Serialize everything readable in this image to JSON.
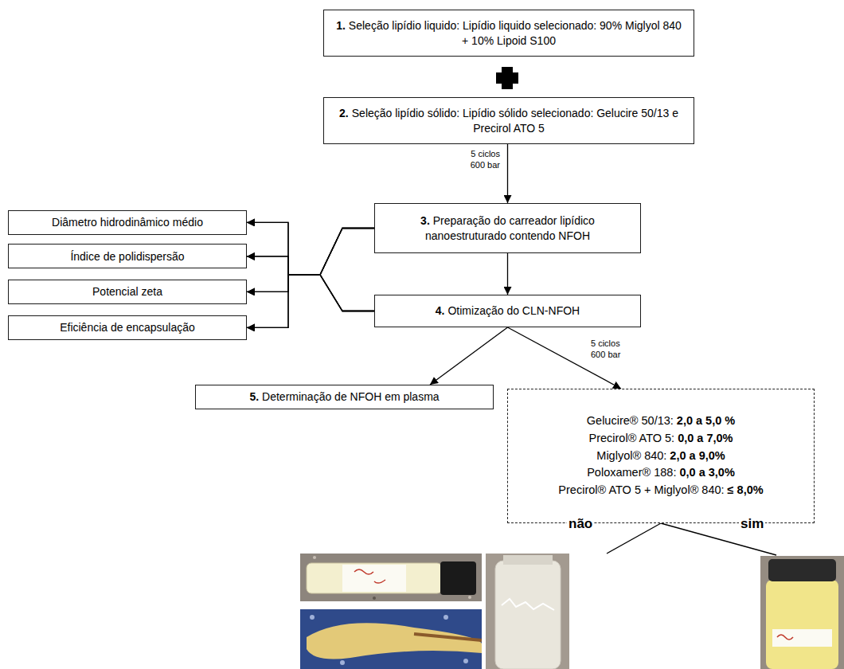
{
  "diagram": {
    "nodes": [
      {
        "text": [
          "1.",
          "Seleção lipídio liquido: Lipídio liquido selecionado: 90% Miglyol 840 + 10% Lipoid S100"
        ]
      },
      {
        "text": [
          "2.",
          "Seleção lipídio sólido: Lipídio sólido selecionado: Gelucire 50/13 e Precirol ATO 5"
        ]
      },
      {
        "text": [
          "3.",
          "Preparação do carreador lipídico nanoestruturado contendo NFOH"
        ]
      },
      {
        "text": [
          "4.",
          "Otimização do CLN-NFOH"
        ]
      },
      {
        "text": [
          "Diâmetro hidrodinâmico médio"
        ]
      },
      {
        "text": [
          "Índice de polidispersão"
        ]
      },
      {
        "text": [
          "Potencial zeta"
        ]
      },
      {
        "text": [
          "Eficiência de encapsulação"
        ]
      },
      {
        "text": [
          "5.",
          "Determinação de NFOH em plasma"
        ]
      },
      {
        "text": [
          "Gelucire® 50/13:",
          "2,0 a 5,0 %",
          "Precirol® ATO 5:",
          "0,0 a 7,0%",
          "Miglyol® 840:",
          "2,0 a 9,0%",
          "Poloxamer® 188:",
          "0,0 a 3,0%",
          "Precirol® ATO 5 + Miglyol® 840:",
          "≤ 8,0%"
        ]
      }
    ],
    "edges": [
      {
        "from": 1,
        "to": 2,
        "arrow": "to",
        "label": "5 ciclos 600 bar"
      },
      {
        "from": 2,
        "to": 3,
        "arrow": "to"
      },
      {
        "from": 2,
        "to": 4,
        "arrow": "to"
      },
      {
        "from": 2,
        "to": 5,
        "arrow": "to"
      },
      {
        "from": 2,
        "to": 6,
        "arrow": "to"
      },
      {
        "from": 2,
        "to": 7,
        "arrow": "to"
      },
      {
        "from": 3,
        "to": 4,
        "arrow": "to"
      },
      {
        "from": 3,
        "to": 5,
        "arrow": "to"
      },
      {
        "from": 3,
        "to": 6,
        "arrow": "to"
      },
      {
        "from": 3,
        "to": 7,
        "arrow": "to"
      },
      {
        "from": 3,
        "to": 8,
        "arrow": "to"
      },
      {
        "from": 3,
        "to": 9,
        "arrow": "to",
        "label": "5 ciclos 600 bar"
      }
    ],
    "labels": [
      "não",
      "sim"
    ]
  }
}
